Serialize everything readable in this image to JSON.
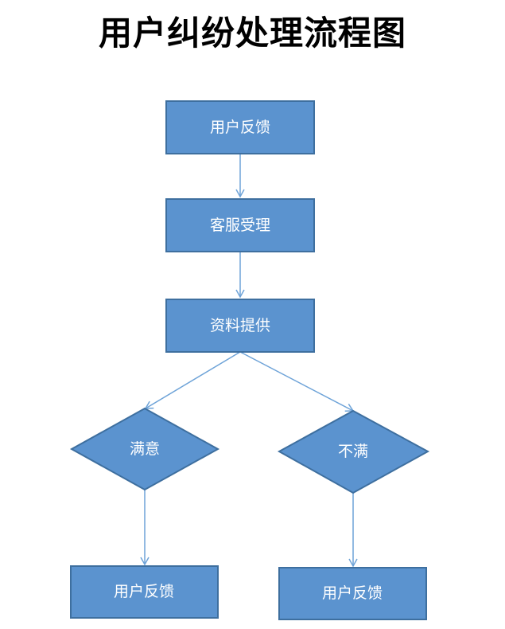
{
  "title": "用户纠纷处理流程图",
  "colors": {
    "node_fill": "#5b93cf",
    "node_stroke": "#3e6f9f",
    "connector": "#6ea3d8"
  },
  "nodes": {
    "feedback_top": "用户反馈",
    "service": "客服受理",
    "info": "资料提供",
    "satisfied": "满意",
    "unsatisfied": "不满",
    "feedback_left": "用户反馈",
    "feedback_right": "用户反馈"
  }
}
